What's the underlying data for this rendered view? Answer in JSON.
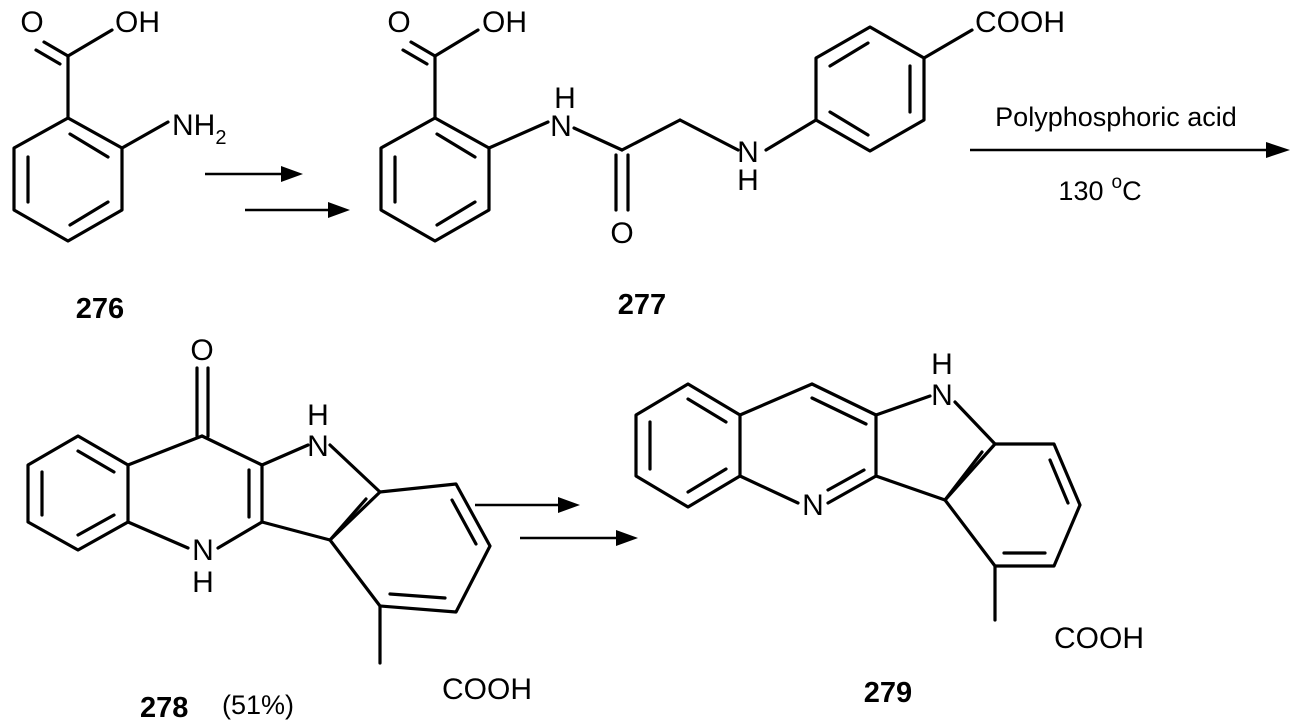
{
  "compounds": {
    "c276": {
      "id": "276",
      "atoms": {
        "oh": "OH",
        "o": "O",
        "nh2": "NH",
        "nh2_sub": "2"
      }
    },
    "c277": {
      "id": "277",
      "atoms": {
        "o_acid": "O",
        "oh": "OH",
        "h_amide": "H",
        "n_amide": "N",
        "o_amide": "O",
        "n_amine": "N",
        "h_amine": "H",
        "cooh": "COOH"
      }
    },
    "c278": {
      "id": "278",
      "yield": "(51%)",
      "atoms": {
        "o_ketone": "O",
        "h_indole": "H",
        "n_indole": "N",
        "n_quin": "N",
        "h_quin": "H",
        "cooh": "COOH"
      }
    },
    "c279": {
      "id": "279",
      "atoms": {
        "h_indole": "H",
        "n_indole": "N",
        "n_pyridine": "N",
        "cooh": "COOH"
      }
    }
  },
  "conditions": {
    "reagent": "Polyphosphoric acid",
    "temperature_value": "130",
    "temperature_degree": "o",
    "temperature_unit": "C"
  }
}
